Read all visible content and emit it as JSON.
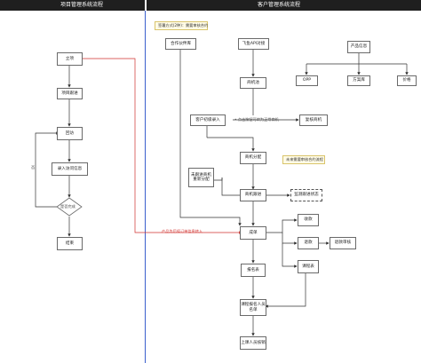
{
  "lanes": {
    "left_title": "项目管理系统流程",
    "right_title": "客户管理系统流程"
  },
  "notes": {
    "top": "签署方式(2种)：需要审核合约",
    "mid": "未来需要审核合约流程"
  },
  "left_flow": {
    "start": "立项",
    "review": "项目跟进",
    "callback": "回访",
    "record": "录入访问信息",
    "decision": "是否完成",
    "end": "结束",
    "no_label": "否"
  },
  "right_flow": {
    "partner": "合作伙伴库",
    "api": "飞鱼API对接",
    "clues": "商机池",
    "customer": "客户初级录入",
    "invalid": "复核商机",
    "dispatch": "商机分配",
    "unassigned": "未跟进商机重新分配",
    "follow": "商机跟进",
    "monitor": "监测跟进状态",
    "deal": "成单",
    "enroll": "报名表",
    "refund": "退款",
    "refund_review": "退款审核",
    "course": "课程表",
    "student_list": "课程报名人员名单",
    "attend": "上课人员核销",
    "payment": "收款",
    "product_center": "产品信息",
    "opp": "OPP",
    "plan": "方案库",
    "price": "价格"
  },
  "edge_labels": {
    "auto_transfer": "• 点击按钮可转为正常商机",
    "cross_lane": "产品为后续订单信息转入"
  }
}
